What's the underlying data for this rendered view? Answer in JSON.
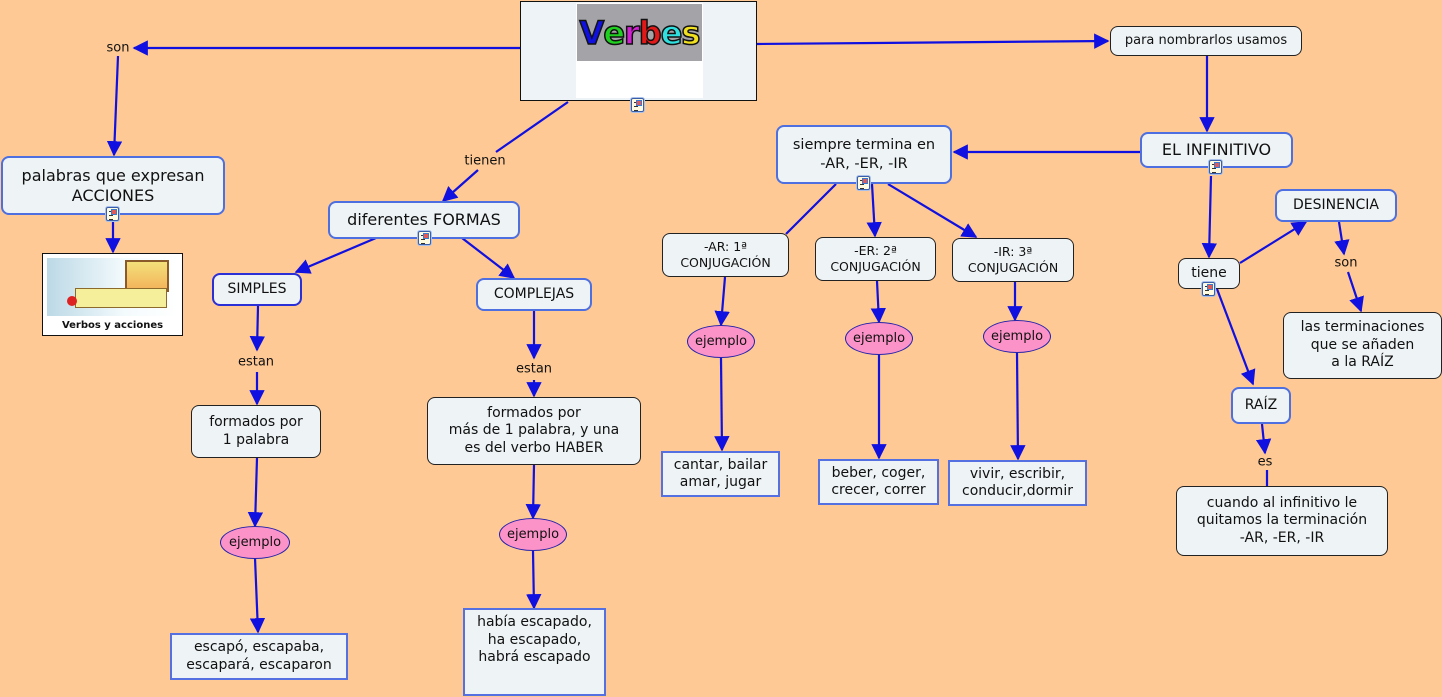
{
  "title": {
    "logo_letters": [
      {
        "ch": "V",
        "color": "#1010e0"
      },
      {
        "ch": "e",
        "color": "#20d020"
      },
      {
        "ch": "r",
        "color": "#d020d0"
      },
      {
        "ch": "b",
        "color": "#e01818"
      },
      {
        "ch": "e",
        "color": "#30e0e0"
      },
      {
        "ch": "s",
        "color": "#f0e020"
      }
    ]
  },
  "image_card": {
    "caption": "Verbos y acciones"
  },
  "nodes": {
    "acciones": "palabras que expresan\nACCIONES",
    "formas": "diferentes FORMAS",
    "simples": "SIMPLES",
    "complejas": "COMPLEJAS",
    "formados1": "formados por\n1 palabra",
    "formados2": "formados por\nmás de 1 palabra, y una\nes del verbo HABER",
    "ej_simples": "escapó, escapaba,\nescapará, escaparon",
    "ej_complejas": "había escapado,\nha escapado,\nhabrá escapado",
    "nombrarlos": "para nombrarlos usamos",
    "infinitivo": "EL INFINITIVO",
    "termina": "siempre termina en\n-AR, -ER, -IR",
    "conj1": "-AR: 1ª\nCONJUGACIÓN",
    "conj2": "-ER: 2ª\nCONJUGACIÓN",
    "conj3": "-IR: 3ª\nCONJUGACIÓN",
    "ej_ar": "cantar, bailar\namar, jugar",
    "ej_er": "beber, coger,\ncrecer, correr",
    "ej_ir": "vivir, escribir,\nconducir,dormir",
    "tiene": "tiene",
    "desinencia": "DESINENCIA",
    "terminaciones": "las terminaciones\nque se añaden\na la RAÍZ",
    "raiz": "RAÍZ",
    "cuando": "cuando al infinitivo le\nquitamos la terminación\n-AR,  -ER,  -IR"
  },
  "ejemplo_label": "ejemplo",
  "link_labels": {
    "son1": "son",
    "tienen": "tienen",
    "estan1": "estan",
    "estan2": "estan",
    "son2": "son",
    "es": "es"
  },
  "colors": {
    "background": "#fec994",
    "link": "#1010e0",
    "node_fill": "#eef3f6",
    "ejemplo_fill": "#fc93c8"
  }
}
